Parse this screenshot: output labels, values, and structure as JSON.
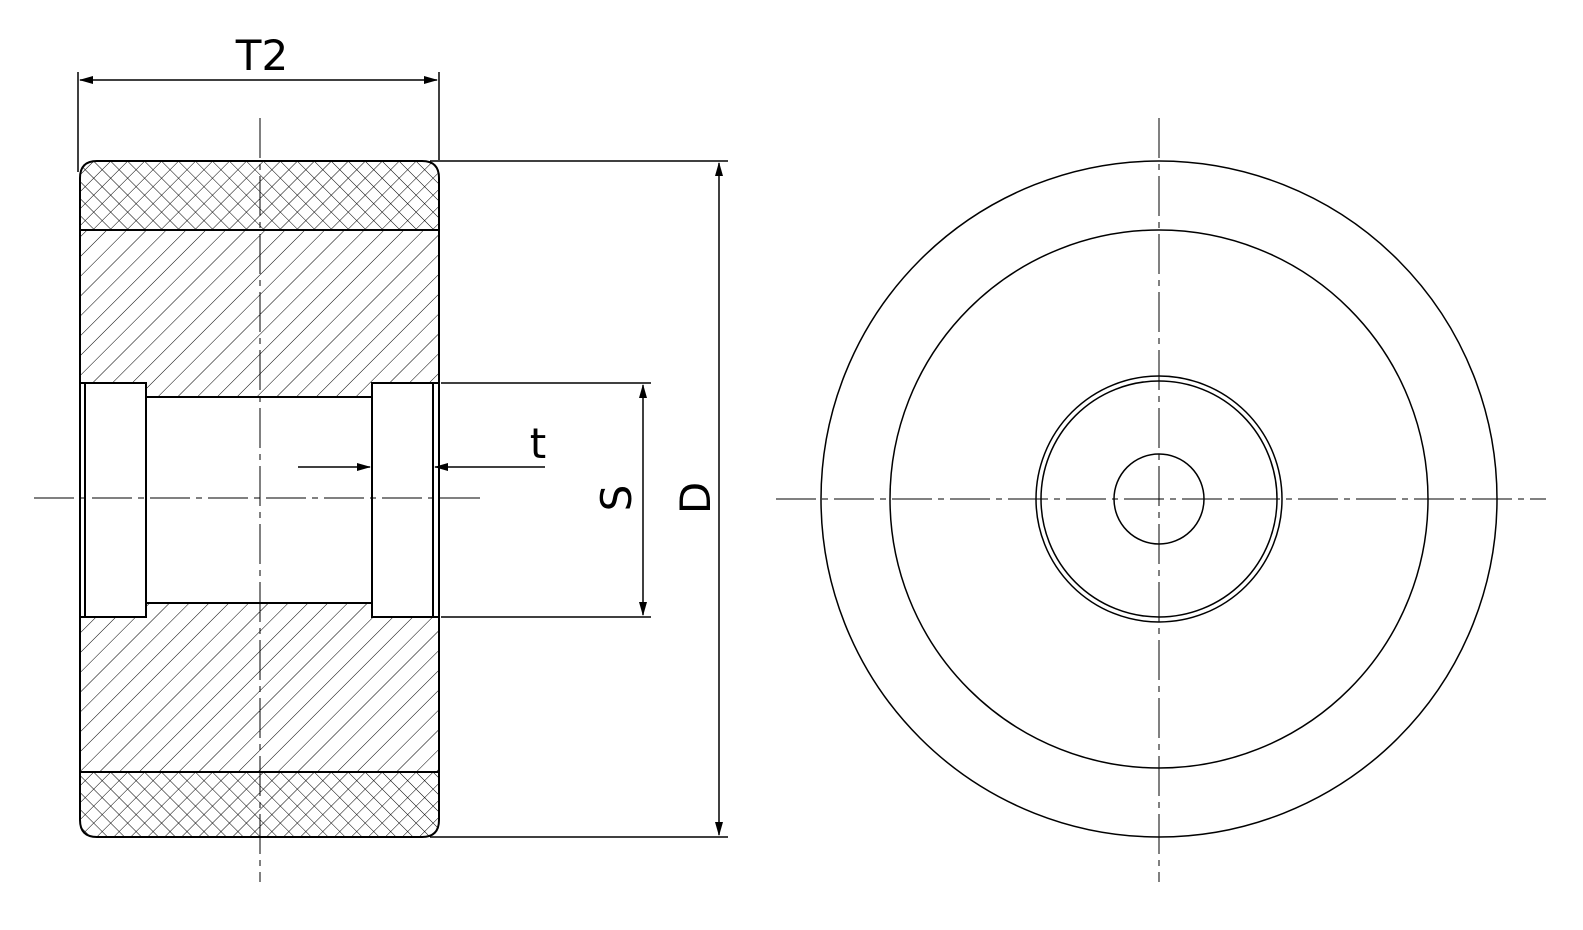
{
  "drawing": {
    "labels": {
      "width_dim": "T2",
      "thickness_dim": "t",
      "bore_dim": "S",
      "diameter_dim": "D"
    },
    "colors": {
      "line": "#000000",
      "background": "#ffffff"
    }
  }
}
